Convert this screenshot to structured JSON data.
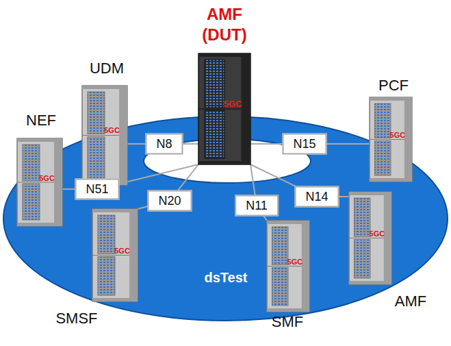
{
  "diagram": {
    "nodes": [
      {
        "text": [
          "AMF (DUT)",
          "5GC"
        ]
      },
      {
        "text": [
          "UDM",
          "5GC"
        ]
      },
      {
        "text": [
          "PCF",
          "5GC"
        ]
      },
      {
        "text": [
          "NEF",
          "5GC"
        ]
      },
      {
        "text": [
          "dsTest"
        ]
      },
      {
        "text": [
          "SMSF",
          "5GC"
        ]
      },
      {
        "text": [
          "SMF",
          "5GC"
        ]
      },
      {
        "text": [
          "AMF",
          "5GC"
        ]
      }
    ],
    "edges": [
      {
        "from": 0,
        "to": 1,
        "label": "N8",
        "arrow": "none"
      },
      {
        "from": 0,
        "to": 2,
        "label": "N15",
        "arrow": "none"
      },
      {
        "from": 0,
        "to": 3,
        "label": "N51",
        "arrow": "none"
      },
      {
        "from": 0,
        "to": 5,
        "label": "N20",
        "arrow": "none"
      },
      {
        "from": 0,
        "to": 6,
        "label": "N11",
        "arrow": "none"
      },
      {
        "from": 0,
        "to": 7,
        "label": "N14",
        "arrow": "none"
      }
    ]
  }
}
